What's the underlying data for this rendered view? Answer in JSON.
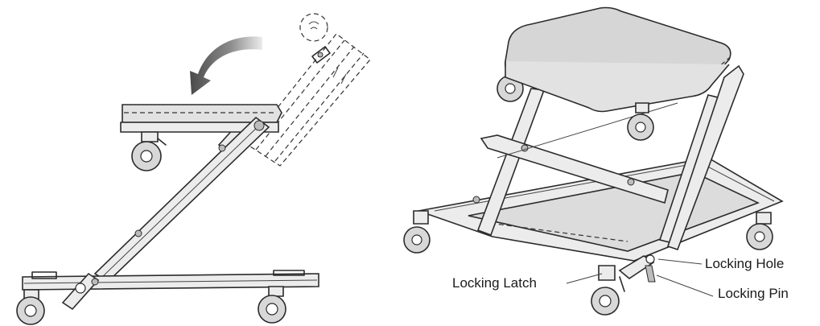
{
  "callouts": {
    "locking_latch": "Locking Latch",
    "locking_hole": "Locking Hole",
    "locking_pin": "Locking Pin"
  },
  "icons": {
    "rotation_arrow": "curved-arrow-icon",
    "detail_circle": "dashed-circle-detail"
  },
  "colors": {
    "line": "#2b2b2b",
    "fill_light": "#e2e2e2",
    "fill_mid": "#d6d6d6",
    "arrow_gradient_start": "#e8e8e8",
    "arrow_gradient_end": "#4a4a4a"
  }
}
